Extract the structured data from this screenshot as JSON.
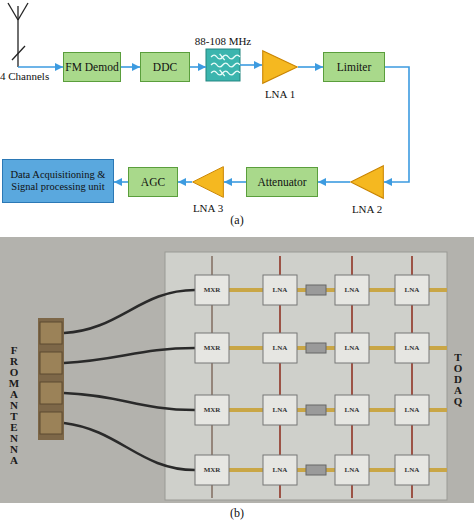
{
  "diagram": {
    "nodes": [
      {
        "text": [
          "FM Demod"
        ]
      },
      {
        "text": [
          "DDC"
        ]
      },
      {
        "text": [
          "88-108 MHz"
        ]
      },
      {
        "text": [
          "LNA 1"
        ]
      },
      {
        "text": [
          "Limiter"
        ]
      },
      {
        "text": [
          "Data Acquisitioning & Signal processing unit"
        ]
      },
      {
        "text": [
          "AGC"
        ]
      },
      {
        "text": [
          "LNA 3"
        ]
      },
      {
        "text": [
          "Attenuator"
        ]
      },
      {
        "text": [
          "LNA 2"
        ]
      }
    ],
    "edges": [
      {
        "from": 0,
        "to": 1,
        "arrow": "to"
      },
      {
        "from": 1,
        "to": 2,
        "arrow": "to"
      },
      {
        "from": 2,
        "to": 3,
        "arrow": "to"
      },
      {
        "from": 3,
        "to": 4,
        "arrow": "to"
      },
      {
        "from": 4,
        "to": 9,
        "arrow": "to"
      },
      {
        "from": 9,
        "to": 8,
        "arrow": "to"
      },
      {
        "from": 8,
        "to": 7,
        "arrow": "to"
      },
      {
        "from": 7,
        "to": 6,
        "arrow": "to"
      },
      {
        "from": 6,
        "to": 5,
        "arrow": "to"
      }
    ],
    "labels": [
      "4 Channels",
      "(a)",
      "FROM ANTENNA",
      "TO DAQ",
      "MXR",
      "LNA",
      "LNA",
      "LNA",
      "MXR",
      "LNA",
      "LNA",
      "LNA",
      "MXR",
      "LNA",
      "LNA",
      "LNA",
      "MXR",
      "LNA",
      "LNA",
      "LNA",
      "(b)"
    ]
  }
}
